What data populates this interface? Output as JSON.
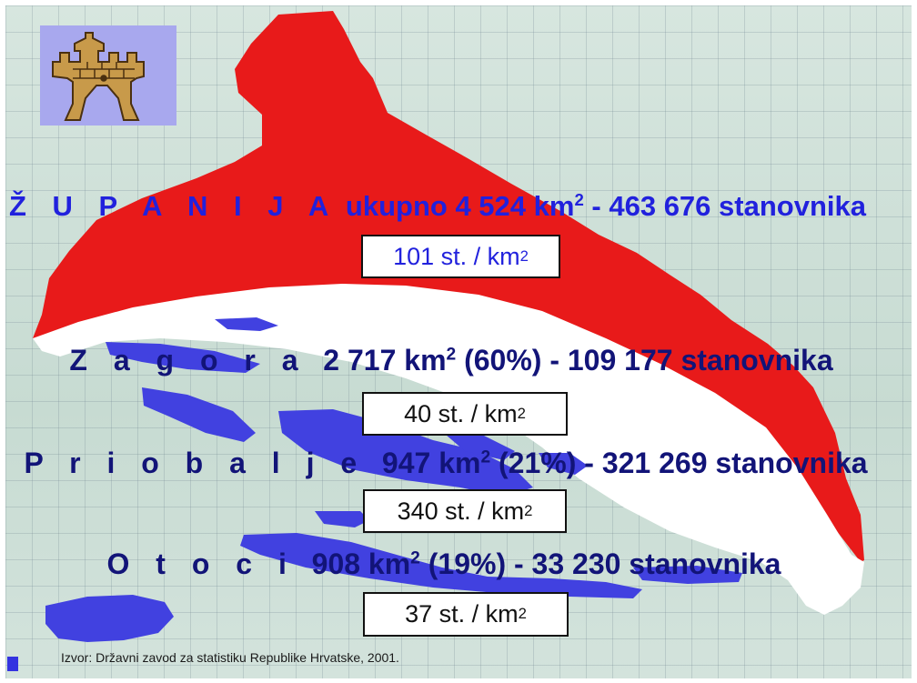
{
  "heading_zupanija": {
    "label": "Ž U P A N I J A",
    "text": "ukupno 4 524 km",
    "sup": "2",
    "rest": "- 463 676 stanovnika",
    "density": "101 st. / km",
    "density_sup": "2"
  },
  "regions": [
    {
      "name": "Z a g o r a",
      "area": "2 717 km",
      "sup": "2",
      "share": "(60%)",
      "population": "- 109 177 stanovnika",
      "density": "40 st. / km",
      "density_sup": "2"
    },
    {
      "name": "P r i o b a l j e",
      "area": "947 km",
      "sup": "2",
      "share": "(21%)",
      "population": "- 321 269 stanovnika",
      "density": "340 st. / km",
      "density_sup": "2"
    },
    {
      "name": "O t o c i",
      "area": "908 km",
      "sup": "2",
      "share": "(19%)",
      "population": "- 33 230 stanovnika",
      "density": "37 st. / km",
      "density_sup": "2"
    }
  ],
  "source": "Izvor: Državni zavod za statistiku Republike Hrvatske, 2001.",
  "colors": {
    "zagora": "#e81a1a",
    "priobalje": "#ffffff",
    "otoci": "#4141e0",
    "background": "#cfe0d8",
    "heading_blue": "#2121dd",
    "heading_navy": "#121478"
  },
  "icons": {
    "logo": "coat-of-arms-crown-icon"
  }
}
